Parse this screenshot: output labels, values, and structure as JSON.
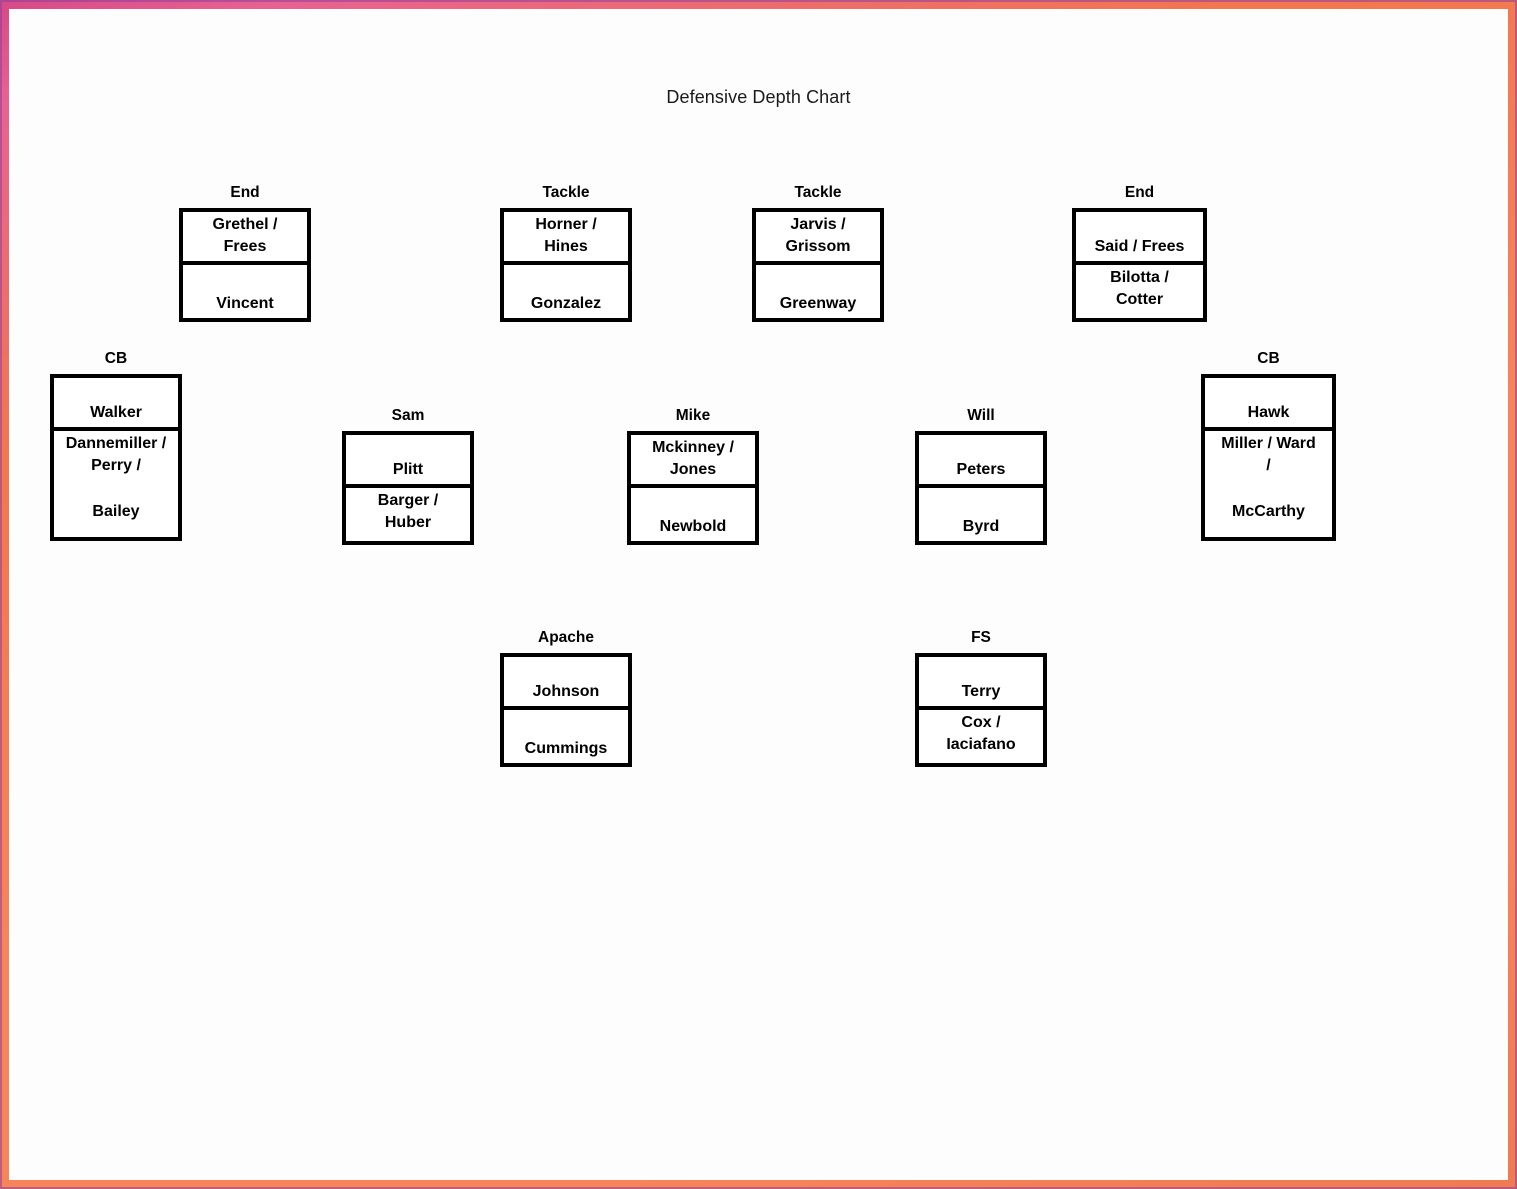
{
  "chart_data": {
    "type": "table",
    "title": "Defensive Depth Chart",
    "xlabel": "",
    "ylabel": "",
    "grid": false,
    "legend": "none",
    "rows": [
      {
        "row": "defensive-line",
        "positions": [
          {
            "label": "End",
            "cells": [
              "Grethel /\nFrees",
              "Vincent"
            ]
          },
          {
            "label": "Tackle",
            "cells": [
              "Horner /\nHines",
              "Gonzalez"
            ]
          },
          {
            "label": "Tackle",
            "cells": [
              "Jarvis /\nGrissom",
              "Greenway"
            ]
          },
          {
            "label": "End",
            "cells": [
              "Said / Frees",
              "Bilotta /\nCotter"
            ]
          }
        ]
      },
      {
        "row": "linebackers-and-corners",
        "positions": [
          {
            "label": "CB",
            "cells": [
              "Walker",
              "Dannemiller /\nPerry /\n\nBailey"
            ]
          },
          {
            "label": "Sam",
            "cells": [
              "Plitt",
              "Barger /\nHuber"
            ]
          },
          {
            "label": "Mike",
            "cells": [
              "Mckinney /\nJones",
              "Newbold"
            ]
          },
          {
            "label": "Will",
            "cells": [
              "Peters",
              "Byrd"
            ]
          },
          {
            "label": "CB",
            "cells": [
              "Hawk",
              "Miller / Ward\n/\n\nMcCarthy"
            ]
          }
        ]
      },
      {
        "row": "safeties",
        "positions": [
          {
            "label": "Apache",
            "cells": [
              "Johnson",
              "Cummings"
            ]
          },
          {
            "label": "FS",
            "cells": [
              "Terry",
              "Cox /\nIaciafano"
            ]
          }
        ]
      }
    ]
  },
  "title": "Defensive Depth Chart",
  "colors": {
    "frame_pink": "#D64A86",
    "frame_orange": "#F8845A",
    "frame_outline": "#8D3FA0",
    "page_background": "#FEFDFD",
    "box_border": "#000000",
    "text": "#000000"
  },
  "positions": {
    "dl_end_left": {
      "label": "End",
      "starter": "Grethel /\nFrees",
      "backup": "Vincent"
    },
    "dl_tackle_left": {
      "label": "Tackle",
      "starter": "Horner /\nHines",
      "backup": "Gonzalez"
    },
    "dl_tackle_right": {
      "label": "Tackle",
      "starter": "Jarvis /\nGrissom",
      "backup": "Greenway"
    },
    "dl_end_right": {
      "label": "End",
      "starter": "Said / Frees",
      "backup": "Bilotta /\nCotter"
    },
    "cb_left": {
      "label": "CB",
      "starter": "Walker",
      "backup": "Dannemiller /\nPerry /\n\nBailey"
    },
    "lb_sam": {
      "label": "Sam",
      "starter": "Plitt",
      "backup": "Barger /\nHuber"
    },
    "lb_mike": {
      "label": "Mike",
      "starter": "Mckinney /\nJones",
      "backup": "Newbold"
    },
    "lb_will": {
      "label": "Will",
      "starter": "Peters",
      "backup": "Byrd"
    },
    "cb_right": {
      "label": "CB",
      "starter": "Hawk",
      "backup": "Miller / Ward\n/\n\nMcCarthy"
    },
    "s_apache": {
      "label": "Apache",
      "starter": "Johnson",
      "backup": "Cummings"
    },
    "s_fs": {
      "label": "FS",
      "starter": "Terry",
      "backup": "Cox /\nIaciafano"
    }
  }
}
